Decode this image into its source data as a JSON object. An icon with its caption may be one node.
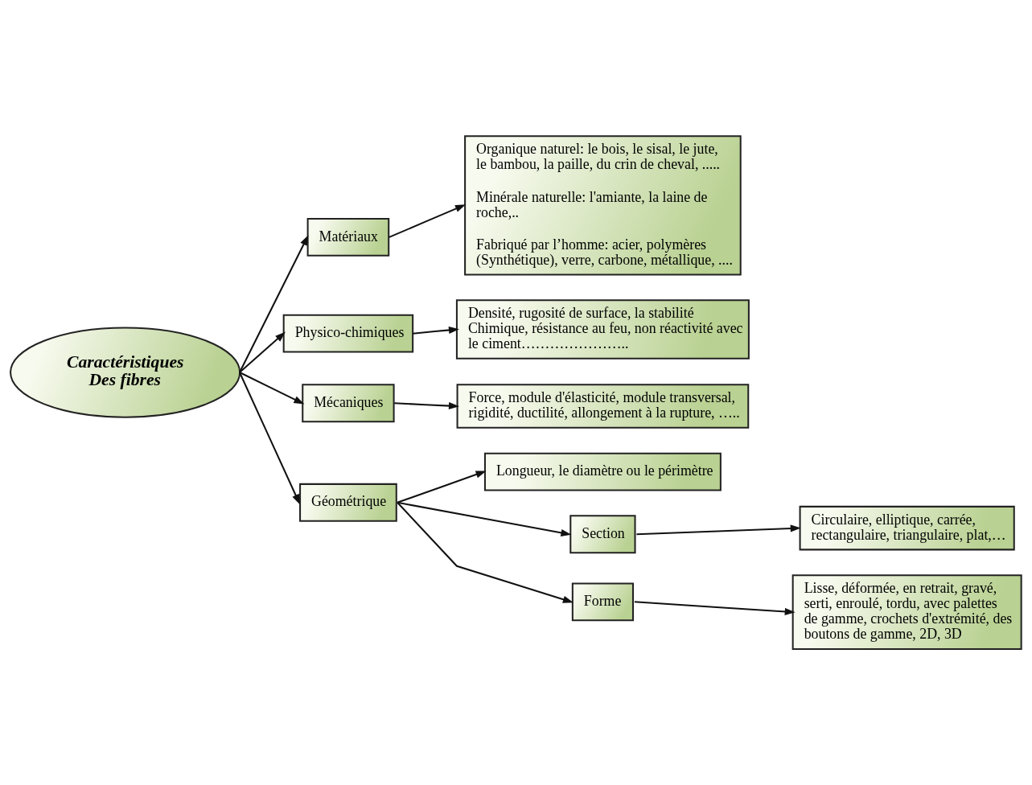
{
  "diagram": {
    "nodes": [
      {
        "text": [
          "Caractéristiques Des fibres"
        ]
      },
      {
        "text": [
          "Matériaux"
        ]
      },
      {
        "text": [
          "Organique naturel: le bois, le sisal, le jute, le bambou, la paille, du crin de cheval, .....",
          "Minérale naturelle: l'amiante, la laine de roche,..",
          "Fabriqué par l’homme: acier, polymères (Synthétique), verre, carbone, métallique, ...."
        ]
      },
      {
        "text": [
          "Physico-chimiques"
        ]
      },
      {
        "text": [
          "Densité, rugosité de surface, la stabilité Chimique, résistance au feu, non réactivité avec le ciment………………….."
        ]
      },
      {
        "text": [
          "Mécaniques"
        ]
      },
      {
        "text": [
          "Force, module d'élasticité, module transversal, rigidité, ductilité, allongement à la rupture, ….."
        ]
      },
      {
        "text": [
          "Géométrique"
        ]
      },
      {
        "text": [
          "Longueur, le diamètre ou le périmètre"
        ]
      },
      {
        "text": [
          "Section"
        ]
      },
      {
        "text": [
          "Circulaire, elliptique, carrée, rectangulaire, triangulaire, plat,…"
        ]
      },
      {
        "text": [
          "Forme"
        ]
      },
      {
        "text": [
          "Lisse, déformée, en retrait, gravé, serti, enroulé, tordu, avec palettes de gamme, crochets d'extrémité, des boutons de gamme, 2D, 3D"
        ]
      }
    ],
    "edges": [
      {
        "from": 0,
        "to": 1,
        "arrow": "to"
      },
      {
        "from": 0,
        "to": 3,
        "arrow": "to"
      },
      {
        "from": 0,
        "to": 5,
        "arrow": "to"
      },
      {
        "from": 0,
        "to": 7,
        "arrow": "to"
      },
      {
        "from": 1,
        "to": 2,
        "arrow": "to"
      },
      {
        "from": 3,
        "to": 4,
        "arrow": "to"
      },
      {
        "from": 5,
        "to": 6,
        "arrow": "to"
      },
      {
        "from": 7,
        "to": 8,
        "arrow": "to"
      },
      {
        "from": 7,
        "to": 9,
        "arrow": "to"
      },
      {
        "from": 7,
        "to": 11,
        "arrow": "to"
      },
      {
        "from": 9,
        "to": 10,
        "arrow": "to"
      },
      {
        "from": 11,
        "to": 12,
        "arrow": "to"
      }
    ]
  }
}
